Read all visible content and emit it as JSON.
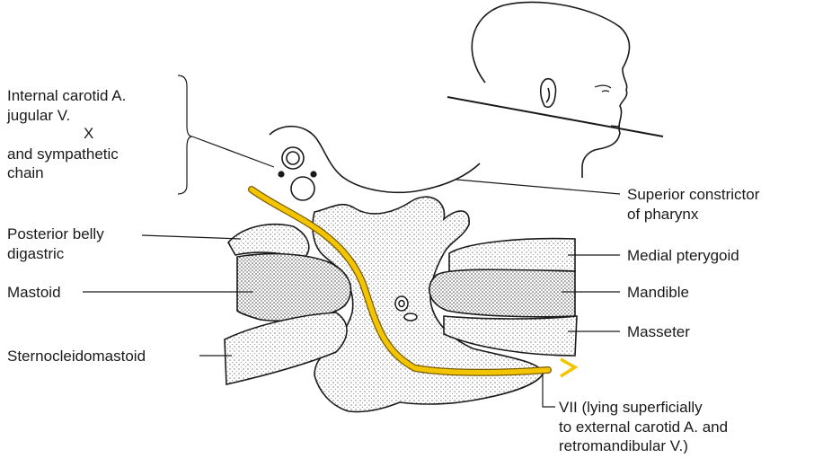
{
  "labels": {
    "left_group": [
      "Internal carotid A.",
      "jugular V.",
      "X",
      "and sympathetic",
      "chain"
    ],
    "superior_constrictor": [
      "Superior constrictor",
      "of pharynx"
    ],
    "posterior_belly": [
      "Posterior belly",
      "digastric"
    ],
    "mastoid": "Mastoid",
    "sternocleidomastoid": "Sternocleidomastoid",
    "medial_pterygoid": "Medial pterygoid",
    "mandible": "Mandible",
    "masseter": "Masseter",
    "vii": [
      "VII (lying superficially",
      "to external carotid A. and",
      "retromandibular V.)"
    ]
  },
  "colors": {
    "nerve": "#f2c500",
    "nerve_outline": "#7a5b00",
    "ink": "#1a1a1a"
  }
}
